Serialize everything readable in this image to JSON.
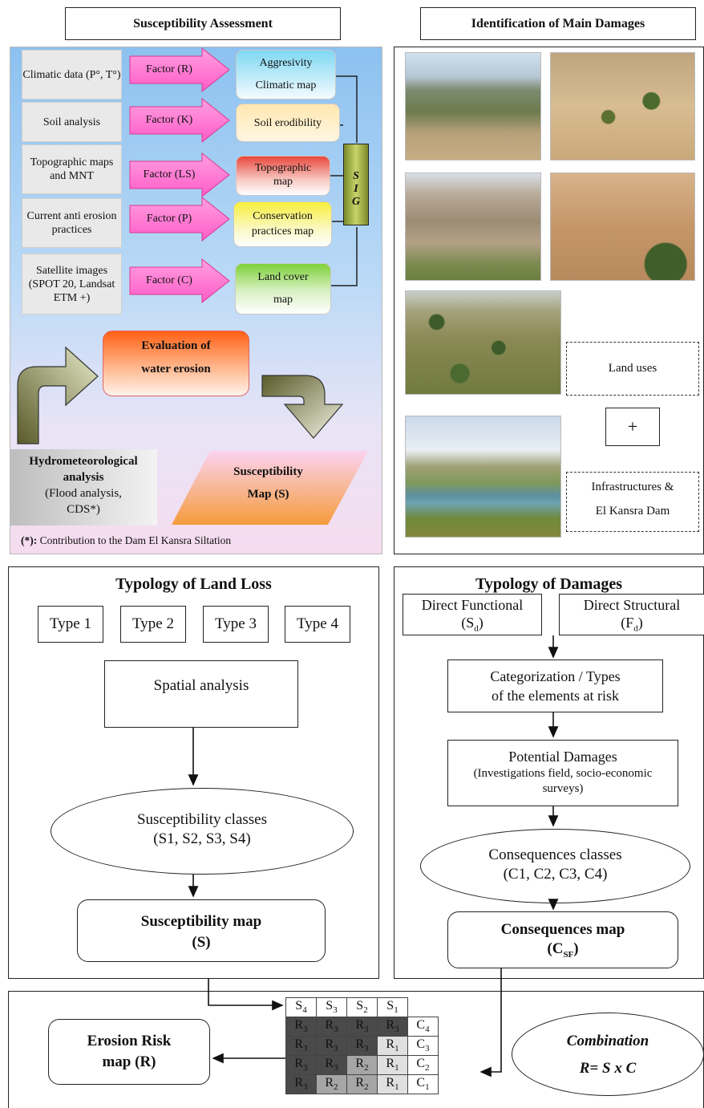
{
  "top_left": {
    "header": "Susceptibility Assessment",
    "rows": [
      {
        "source": "Climatic data (P°, T°)",
        "factor": "Factor (R)",
        "map_line1": "Aggresivity",
        "map_line2": "Climatic map"
      },
      {
        "source": "Soil analysis",
        "factor": "Factor (K)",
        "map_line1": "Soil erodibility",
        "map_line2": ""
      },
      {
        "source": "Topographic maps and MNT",
        "factor": "Factor (LS)",
        "map_line1": "Topographic",
        "map_line2": "map"
      },
      {
        "source": "Current anti erosion practices",
        "factor": "Factor (P)",
        "map_line1": "Conservation",
        "map_line2": "practices map"
      },
      {
        "source": "Satellite images (SPOT 20, Landsat ETM +)",
        "factor": "Factor  (C)",
        "map_line1": "Land cover",
        "map_line2": "map"
      }
    ],
    "sig_letters": [
      "S",
      "I",
      "G"
    ],
    "evaluation_line1": "Evaluation of",
    "evaluation_line2": "water erosion",
    "hydro_bold": "Hydrometeorological analysis",
    "hydro_normal": "(Flood analysis, CDS*)",
    "susceptibility_line1": "Susceptibility",
    "susceptibility_line2": "Map (S)",
    "footnote_bold": "(*):",
    "footnote_text": " Contribution to the Dam El Kansra Siltation"
  },
  "top_right": {
    "header": "Identification of Main Damages",
    "land_uses": "Land uses",
    "plus": "+",
    "infra_line1": "Infrastructures &",
    "infra_line2": "El Kansra Dam"
  },
  "land_loss": {
    "title": "Typology of Land Loss",
    "types": [
      "Type 1",
      "Type 2",
      "Type 3",
      "Type 4"
    ],
    "spatial": "Spatial analysis",
    "classes_line1": "Susceptibility classes",
    "classes_line2": "(S1, S2, S3, S4)",
    "map_line1": "Susceptibility map",
    "map_line2": "(S)"
  },
  "damages": {
    "title": "Typology of Damages",
    "direct_functional": "Direct Functional",
    "sd_main": "S",
    "sd_sub": "d",
    "direct_structural": "Direct Structural",
    "fd_main": "F",
    "fd_sub": "d",
    "categ_line1": "Categorization / Types",
    "categ_line2": "of the elements at risk",
    "potential_title": "Potential Damages",
    "potential_sub": "(Investigations field, socio-economic surveys)",
    "conseq_line1": "Consequences classes",
    "conseq_line2": "(C1, C2, C3, C4)",
    "cmap_line1": "Consequences map",
    "cmap_main": "C",
    "cmap_sub": "SF"
  },
  "risk": {
    "erosion_line1": "Erosion Risk",
    "erosion_line2": "map (R)",
    "combination": "Combination",
    "formula": "R= S x C",
    "s_headers": [
      "4",
      "3",
      "2",
      "1"
    ],
    "matrix": [
      [
        "3",
        "3",
        "3",
        "3"
      ],
      [
        "3",
        "3",
        "3",
        "1"
      ],
      [
        "3",
        "3",
        "2",
        "1"
      ],
      [
        "3",
        "2",
        "2",
        "1"
      ]
    ],
    "c_labels": [
      "4",
      "3",
      "2",
      "1"
    ],
    "cell_colors": {
      "R3": "#4a4a4a",
      "R2": "#a6a6a6",
      "R1": "#e0e0e0"
    }
  },
  "colors": {
    "left_panel_top": "#8fc3f2",
    "left_panel_bottom": "#f4dcef",
    "factor_arrow": "#ff7ad0",
    "evaluation": "#ff6a1a",
    "susceptibility": "#f7a24a"
  }
}
